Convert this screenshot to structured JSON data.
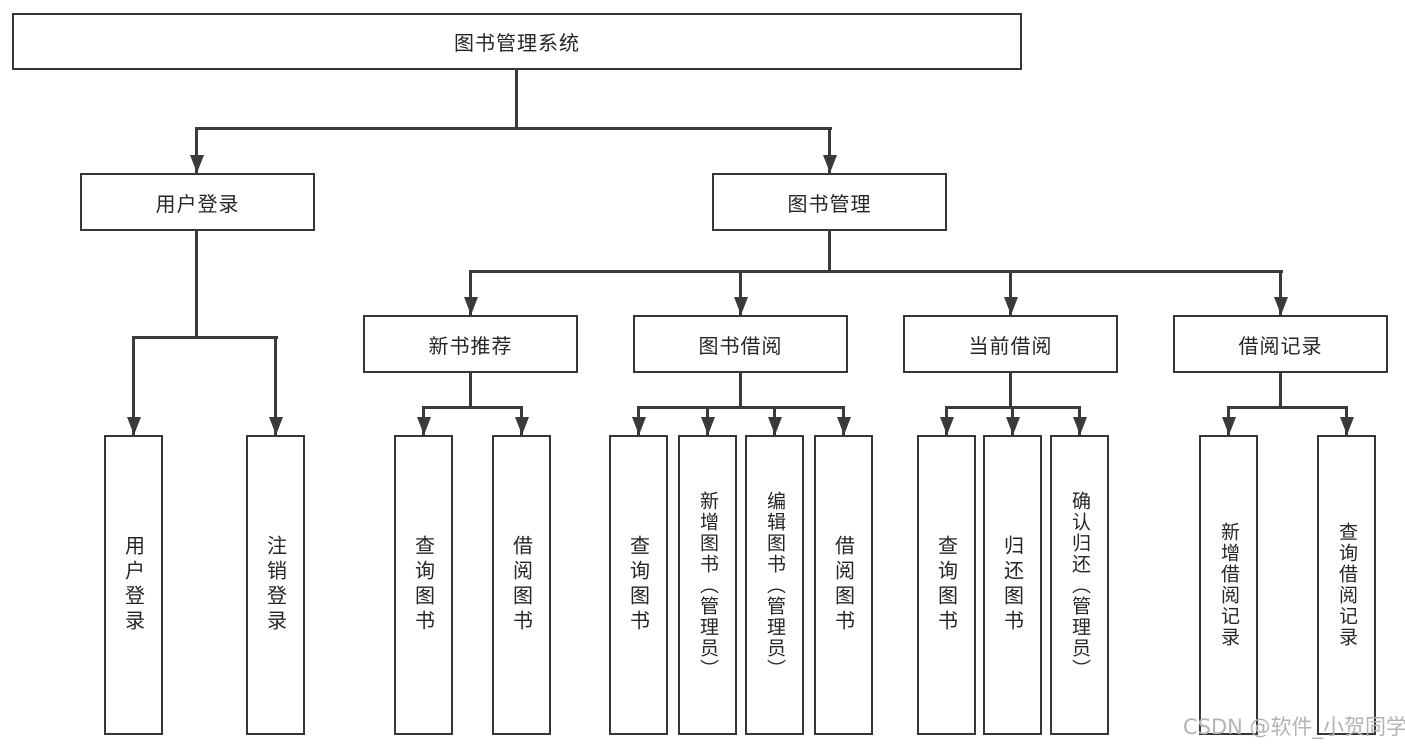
{
  "watermark": "CSDN @软件_小贺同学",
  "colors": {
    "line": "#3a3a3a",
    "box_border": "#363636",
    "text": "#262626",
    "watermark": "#b4b4b4"
  },
  "diagram": {
    "root": {
      "label": "图书管理系统"
    },
    "branches": [
      {
        "label": "用户登录",
        "children": [
          {
            "label": "用户登录"
          },
          {
            "label": "注销登录"
          }
        ]
      },
      {
        "label": "图书管理",
        "children": [
          {
            "label": "新书推荐",
            "children": [
              {
                "label": "查询图书"
              },
              {
                "label": "借阅图书"
              }
            ]
          },
          {
            "label": "图书借阅",
            "children": [
              {
                "label": "查询图书"
              },
              {
                "label": "新增图书（管理员）"
              },
              {
                "label": "编辑图书（管理员）"
              },
              {
                "label": "借阅图书"
              }
            ]
          },
          {
            "label": "当前借阅",
            "children": [
              {
                "label": "查询图书"
              },
              {
                "label": "归还图书"
              },
              {
                "label": "确认归还（管理员）"
              }
            ]
          },
          {
            "label": "借阅记录",
            "children": [
              {
                "label": "新增借阅记录"
              },
              {
                "label": "查询借阅记录"
              }
            ]
          }
        ]
      }
    ]
  }
}
